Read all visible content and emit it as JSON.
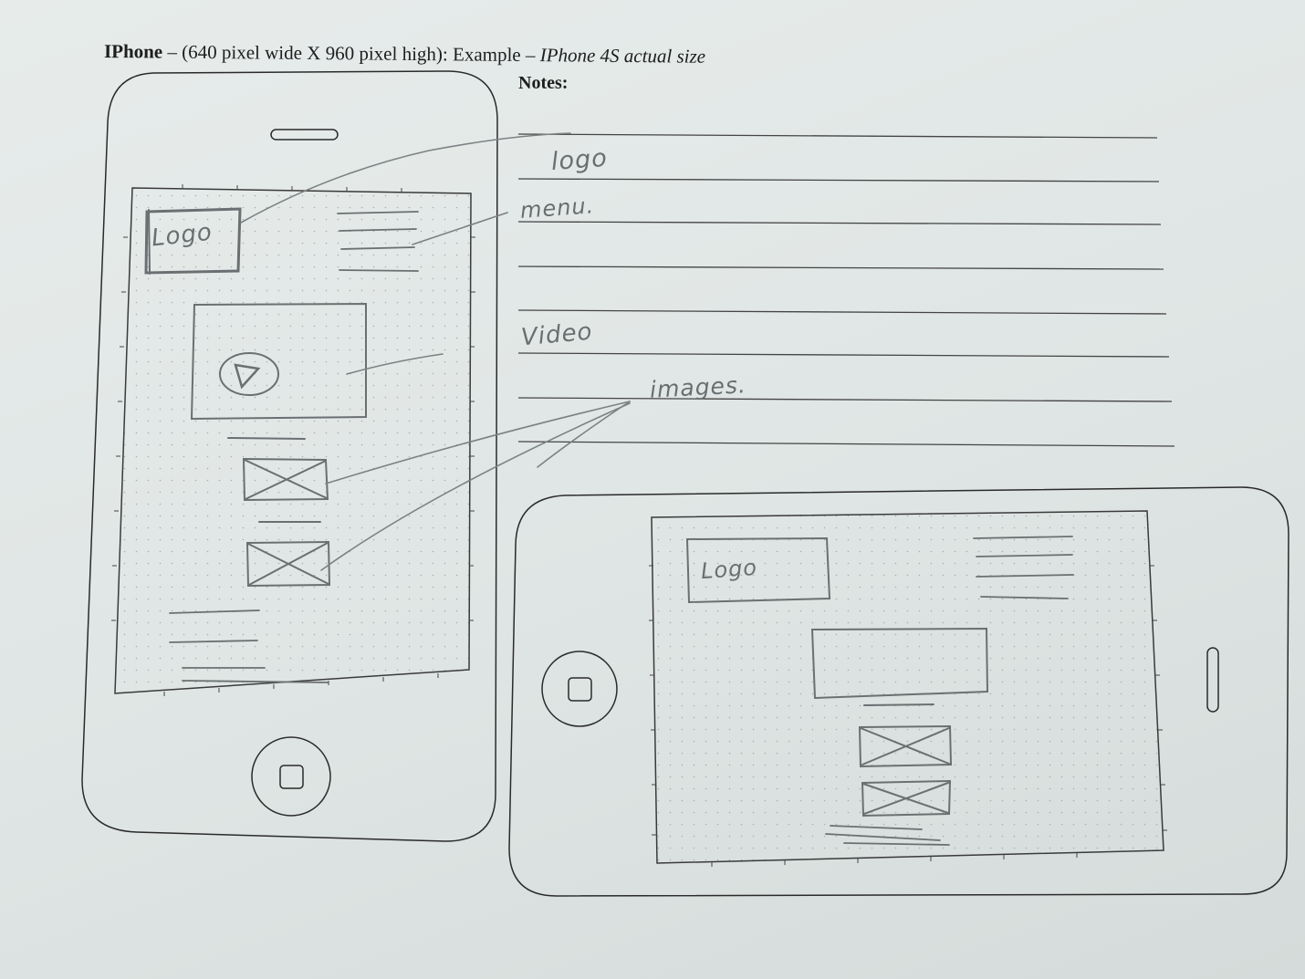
{
  "header": {
    "title_bold": "IPhone",
    "title_plain": " – (640 pixel wide X 960 pixel high): Example – ",
    "title_italic": "IPhone 4S actual size"
  },
  "notes": {
    "label": "Notes:"
  },
  "annotations": {
    "logo_note": "logo",
    "menu_note": "menu.",
    "video_note": "Video",
    "images_note": "images."
  },
  "portrait_mockup": {
    "logo_text": "Logo"
  },
  "landscape_mockup": {
    "logo_text": "Logo"
  }
}
